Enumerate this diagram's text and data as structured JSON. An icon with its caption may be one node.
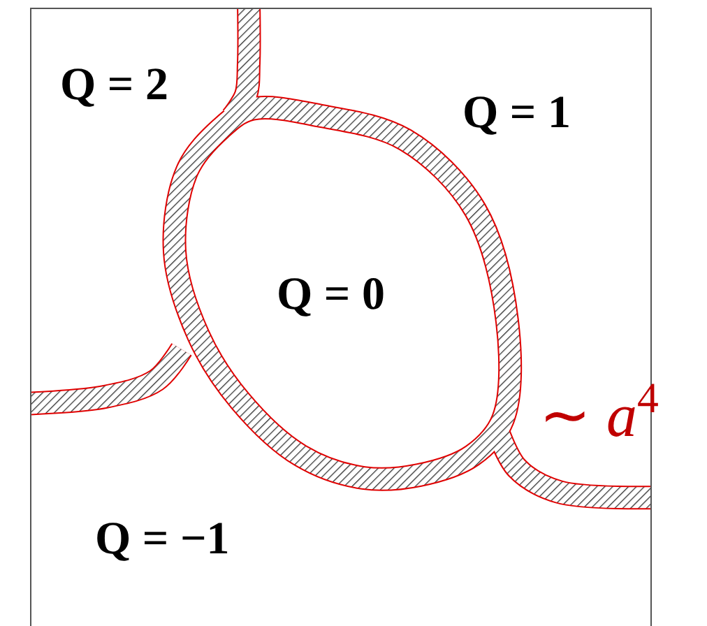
{
  "diagram": {
    "labels": [
      "Q = 2",
      "Q = 1",
      "Q = 0",
      "Q = −1",
      "∼ *a*$^{4}$"
    ]
  }
}
